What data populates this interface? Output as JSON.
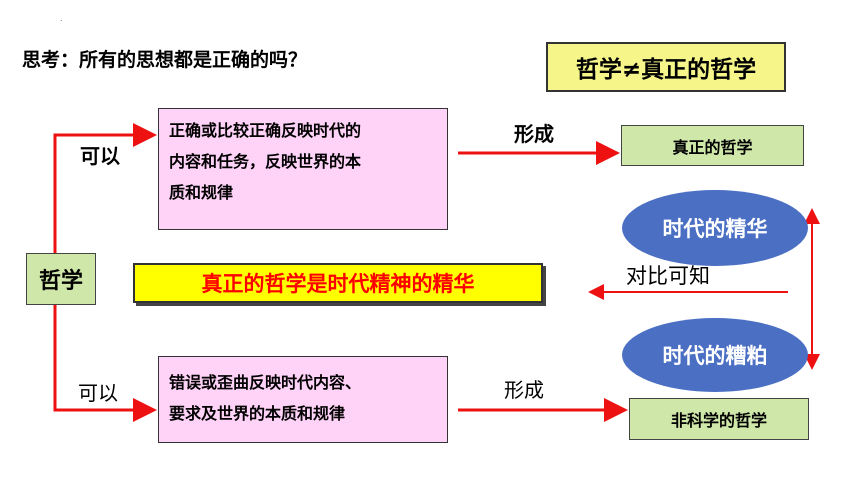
{
  "question": "思考：所有的思想都是正确的吗？",
  "top_badge": "哲学≠真正的哲学",
  "philosophy_box": "哲学",
  "correct_branch": {
    "label": "可以",
    "lines": [
      "正确或比较正确反映时代的",
      "内容和任务，反映世界的本",
      "质和规律"
    ],
    "form_label": "形成",
    "result": "真正的哲学"
  },
  "wrong_branch": {
    "label": "可以",
    "lines": [
      "错误或歪曲反映时代内容、",
      "要求及世界的本质和规律"
    ],
    "form_label": "形成",
    "result": "非科学的哲学"
  },
  "center_banner": "真正的哲学是时代精神的精华",
  "essence": "时代的精华",
  "dross": "时代的糟粕",
  "compare_label": "对比可知",
  "colors": {
    "arrow_red": "#ee1111",
    "pink_box": "#ffd2f8",
    "green_box": "#cfe7a8",
    "badge_yellow": "#f5f58a",
    "banner_yellow": "#ffff00",
    "banner_text": "#ff0000",
    "ellipse_blue": "#4a6fc3"
  }
}
